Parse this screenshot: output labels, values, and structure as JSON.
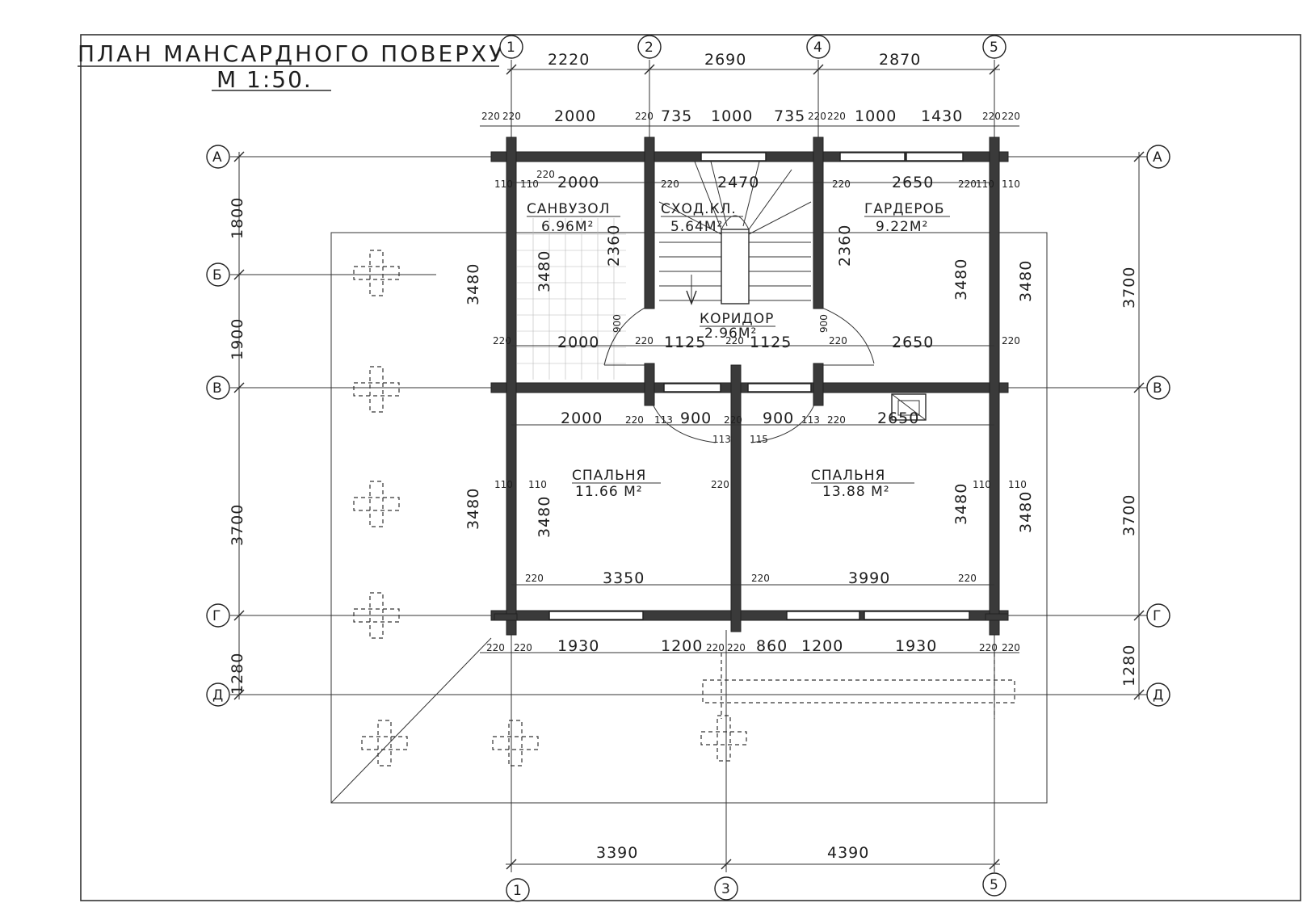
{
  "title": "ПЛАН МАНСАРДНОГО ПОВЕРХУ",
  "scale": "М 1:50.",
  "axes_top": [
    "1",
    "2",
    "4",
    "5"
  ],
  "axes_bottom": [
    "1",
    "3",
    "5"
  ],
  "axes_rows": [
    "А",
    "Б",
    "В",
    "Г",
    "Д"
  ],
  "dims_top": [
    "2220",
    "2690",
    "2870"
  ],
  "dims_top2": {
    "d1": "220",
    "d2": "220",
    "d3": "2000",
    "d4": "220",
    "d5": "735",
    "d6": "1000",
    "d7": "735",
    "d8": "220",
    "d9": "220",
    "d10": "1000",
    "d11": "1430",
    "d12": "220",
    "d13": "220"
  },
  "dims_bottom": [
    "3390",
    "4390"
  ],
  "dims_bottom2": {
    "d1": "220",
    "d2": "220",
    "d3": "1930",
    "d4": "1200",
    "d5": "220",
    "d6": "220",
    "d7": "860",
    "d8": "1200",
    "d9": "1930",
    "d10": "220",
    "d11": "220"
  },
  "dims_left": [
    "1800",
    "1900",
    "3700",
    "1280"
  ],
  "dims_right": [
    "3700",
    "3700",
    "1280"
  ],
  "inner_dims": {
    "row1_a": "2000",
    "row1_b": "2470",
    "row1_c": "2650",
    "row2_a": "2000",
    "row2_b": "1125",
    "row2_c": "1125",
    "row2_d": "2650",
    "row3_a": "2000",
    "row3_b": "900",
    "row3_c": "900",
    "row3_d": "2650",
    "row4_a": "3350",
    "row4_b": "3990",
    "v_3480": "3480",
    "v_2360": "2360",
    "v_900": "900",
    "w110": "110",
    "w220": "220",
    "w113": "113",
    "w115": "115"
  },
  "rooms": [
    {
      "name": "САНВУЗОЛ",
      "area": "6.96М²"
    },
    {
      "name": "СХОД.КЛ.",
      "area": "5.64М²"
    },
    {
      "name": "ГАРДЕРОБ",
      "area": "9.22М²"
    },
    {
      "name": "КОРИДОР",
      "area": "2.96М²"
    },
    {
      "name": "СПАЛЬНЯ",
      "area": "11.66 М²"
    },
    {
      "name": "СПАЛЬНЯ",
      "area": "13.88 М²"
    }
  ]
}
